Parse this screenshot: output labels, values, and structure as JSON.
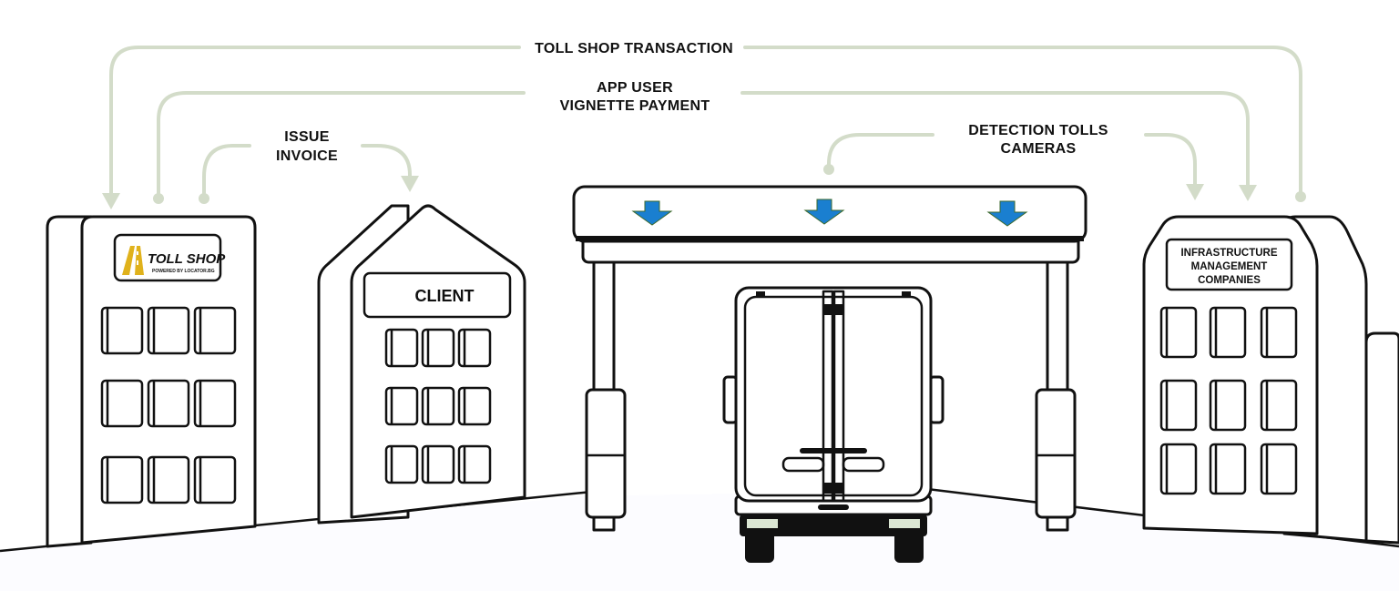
{
  "flows": {
    "toll_shop_transaction": "TOLL SHOP TRANSACTION",
    "app_user_line1": "APP USER",
    "app_user_line2": "VIGNETTE PAYMENT",
    "issue_invoice_line1": "ISSUE",
    "issue_invoice_line2": "INVOICE",
    "detection_line1": "DETECTION TOLLS",
    "detection_line2": "CAMERAS"
  },
  "buildings": {
    "toll_shop": {
      "logo_text": "TOLL SHOP",
      "logo_subtext": "POWERED BY LOCATOR.BG"
    },
    "client": {
      "sign": "CLIENT"
    },
    "infrastructure": {
      "sign_line1": "INFRASTRUCTURE",
      "sign_line2": "MANAGEMENT",
      "sign_line3": "COMPANIES"
    }
  },
  "colors": {
    "flow_arrow": "#d3dcc9",
    "camera_arrow": "#1a7fd0",
    "outline": "#111111",
    "logo_gold": "#e0b21c"
  },
  "icons": {
    "camera_indicator": "down-arrow-icon",
    "toll_shop_logo": "road-icon"
  }
}
